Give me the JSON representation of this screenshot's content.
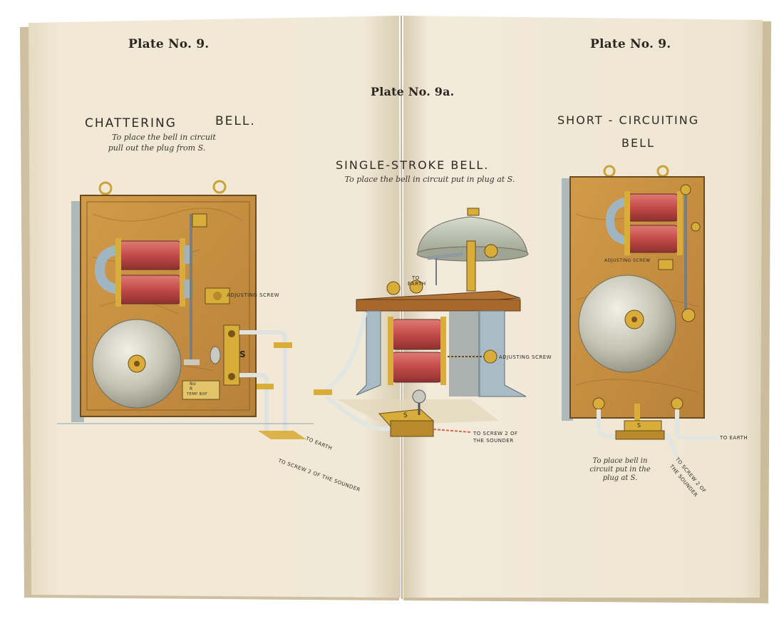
{
  "left_page": {
    "plate_label": "Plate No. 9.",
    "chattering": {
      "title_a": "CHATTERING",
      "title_b": "BELL.",
      "note_line1": "To place the bell in circuit",
      "note_line2": "pull out the plug from S.",
      "adjusting_screw": "ADJUSTING SCREW",
      "plug_letter": "S",
      "plate_text1": "No",
      "plate_text2": "R",
      "plate_text3": "TEMP BOF",
      "to_earth": "TO EARTH",
      "to_sounder": "TO SCREW 2 OF THE SOUNDER"
    }
  },
  "center": {
    "plate_label": "Plate No. 9a.",
    "single_stroke": {
      "title": "SINGLE-STROKE BELL.",
      "note": "To place the bell in circuit put in plug at S.",
      "to_earth_1": "TO",
      "to_earth_2": "EARTH",
      "adjusting_screw": "ADJUSTING SCREW",
      "plug_letter": "S",
      "to_sounder_1": "TO SCREW 2 OF",
      "to_sounder_2": "THE SOUNDER"
    }
  },
  "right_page": {
    "plate_label": "Plate No. 9.",
    "short_circuit": {
      "title_a": "SHORT - CIRCUITING",
      "title_b": "BELL",
      "adjusting_screw": "ADJUSTING SCREW",
      "plug_letter": "S",
      "to_earth": "TO EARTH",
      "note_line1": "To place bell in",
      "note_line2": "circuit put in the",
      "note_line3": "plug at S.",
      "to_sounder_1": "TO SCREW 2 OF",
      "to_sounder_2": "THE SOUNDER"
    }
  },
  "colors": {
    "paper": "#f0e7d4",
    "wood": "#c8923f",
    "coil": "#c6514f",
    "bell": "#bcbcae",
    "brass": "#d8ad3a"
  }
}
